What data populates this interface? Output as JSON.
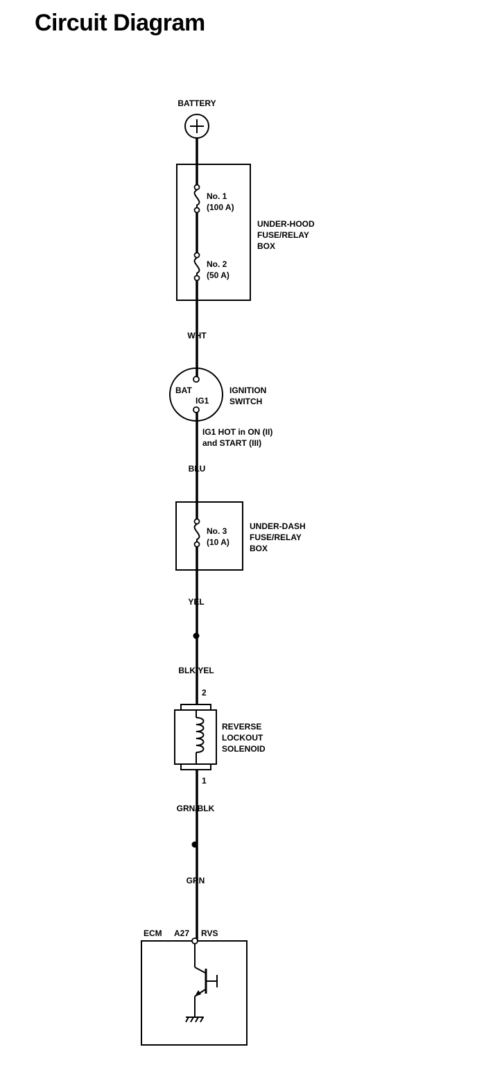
{
  "title": "Circuit Diagram",
  "battery": {
    "label": "BATTERY"
  },
  "under_hood_box": {
    "label_lines": [
      "UNDER-HOOD",
      "FUSE/RELAY",
      "BOX"
    ],
    "fuse1": {
      "name": "No. 1",
      "rating": "(100 A)"
    },
    "fuse2": {
      "name": "No. 2",
      "rating": "(50 A)"
    }
  },
  "wires": {
    "w1": "WHT",
    "w2": "BLU",
    "w3": "YEL",
    "w4": "BLK/YEL",
    "w5": "GRN/BLK",
    "w6": "GRN"
  },
  "ignition_switch": {
    "label_lines": [
      "IGNITION",
      "SWITCH"
    ],
    "bat_terminal": "BAT",
    "ig1_terminal": "IG1",
    "note_lines": [
      "IG1 HOT in ON (II)",
      "and START (III)"
    ]
  },
  "under_dash_box": {
    "label_lines": [
      "UNDER-DASH",
      "FUSE/RELAY",
      "BOX"
    ],
    "fuse3": {
      "name": "No. 3",
      "rating": "(10 A)"
    }
  },
  "solenoid": {
    "label_lines": [
      "REVERSE",
      "LOCKOUT",
      "SOLENOID"
    ],
    "pin_top": "2",
    "pin_bottom": "1"
  },
  "ecm": {
    "label": "ECM",
    "pin": "A27",
    "signal": "RVS"
  }
}
